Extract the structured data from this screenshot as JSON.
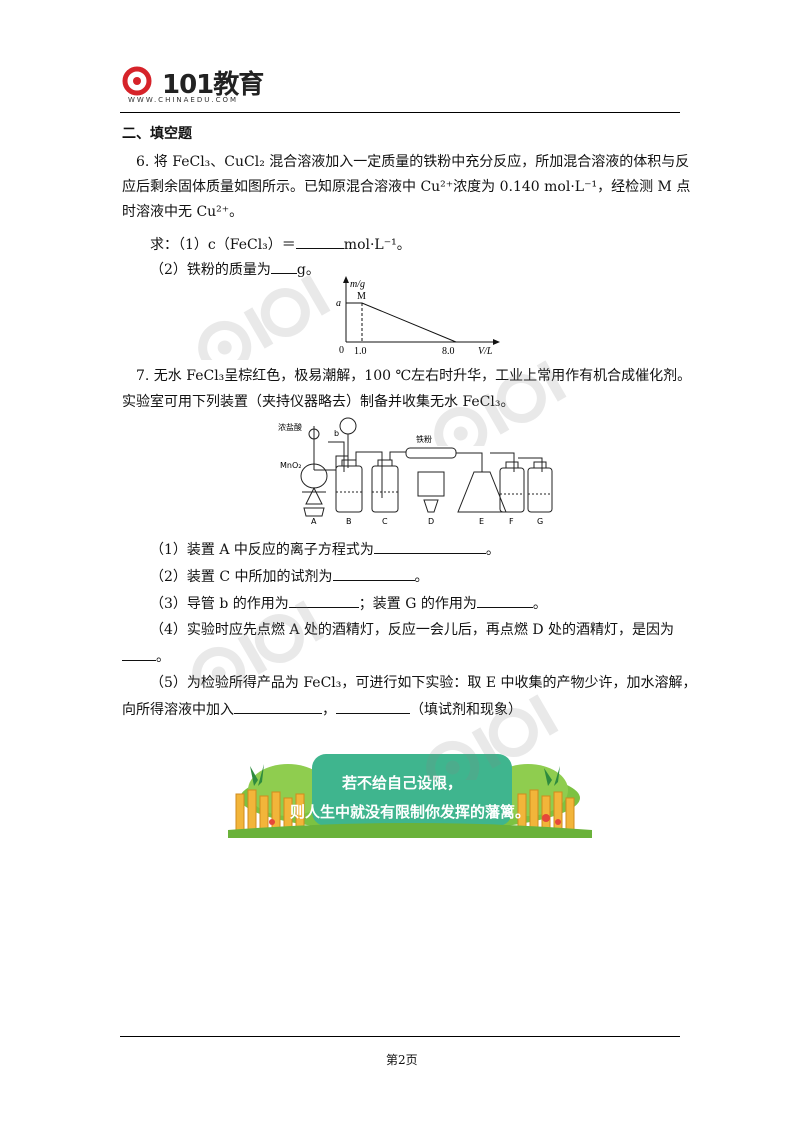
{
  "header": {
    "logo_text": "101教育",
    "logo_url": "WWW.CHINAEDU.COM"
  },
  "section_title": "二、填空题",
  "q6": {
    "line1": "6. 将 FeCl₃、CuCl₂ 混合溶液加入一定质量的铁粉中充分反应，所加混合溶液的体积与反",
    "line2": "应后剩余固体质量如图所示。已知原混合溶液中 Cu²⁺浓度为 0.140 mol·L⁻¹，经检测 M 点",
    "line3": "时溶液中无 Cu²⁺。",
    "sub1_prefix": "求：（1）c（FeCl₃）＝",
    "sub1_suffix": "mol·L⁻¹。",
    "sub2_prefix": "（2）铁粉的质量为",
    "sub2_suffix": "g。"
  },
  "chart_data": {
    "type": "line",
    "ylabel": "m/g",
    "xlabel": "V/L",
    "origin_label": "0",
    "y_tick_label": "a",
    "point_label": "M",
    "x_tick_labels": [
      "1.0",
      "8.0"
    ],
    "points": [
      {
        "x": 0,
        "y": "a"
      },
      {
        "x": 1.0,
        "y": "a"
      },
      {
        "x": 8.0,
        "y": 0
      }
    ]
  },
  "q7": {
    "line1": "7. 无水 FeCl₃呈棕红色，极易潮解，100 ℃左右时升华，工业上常用作有机合成催化剂。",
    "line2": "实验室可用下列装置（夹持仪器略去）制备并收集无水 FeCl₃。",
    "apparatus": {
      "labels": [
        "A",
        "B",
        "C",
        "D",
        "E",
        "F",
        "G"
      ],
      "acid_label": "浓盐酸",
      "mno2_label": "MnO₂",
      "tube_b_label": "b",
      "iron_label": "铁粉"
    },
    "s1_prefix": "（1）装置 A 中反应的离子方程式为",
    "s1_suffix": "。",
    "s2_prefix": "（2）装置 C 中所加的试剂为",
    "s2_suffix": "。",
    "s3_prefix": "（3）导管 b 的作用为",
    "s3_mid": "；装置 G 的作用为",
    "s3_suffix": "。",
    "s4_line1": "（4）实验时应先点燃 A 处的酒精灯，反应一会儿后，再点燃 D 处的酒精灯，是因为",
    "s4_suffix": "。",
    "s5_line1": "（5）为检验所得产品为 FeCl₃，可进行如下实验：取 E 中收集的产物少许，加水溶解，",
    "s5_prefix": "向所得溶液中加入",
    "s5_mid": "，",
    "s5_suffix": "（填试剂和现象）"
  },
  "banner": {
    "line1": "若不给自己设限，",
    "line2": "则人生中就没有限制你发挥的藩篱。"
  },
  "footer": {
    "page": "第2页"
  },
  "colors": {
    "brand_red": "#d6232a",
    "banner_green": "#3fb58e",
    "grass": "#7cc242",
    "fence": "#f2b53a"
  }
}
